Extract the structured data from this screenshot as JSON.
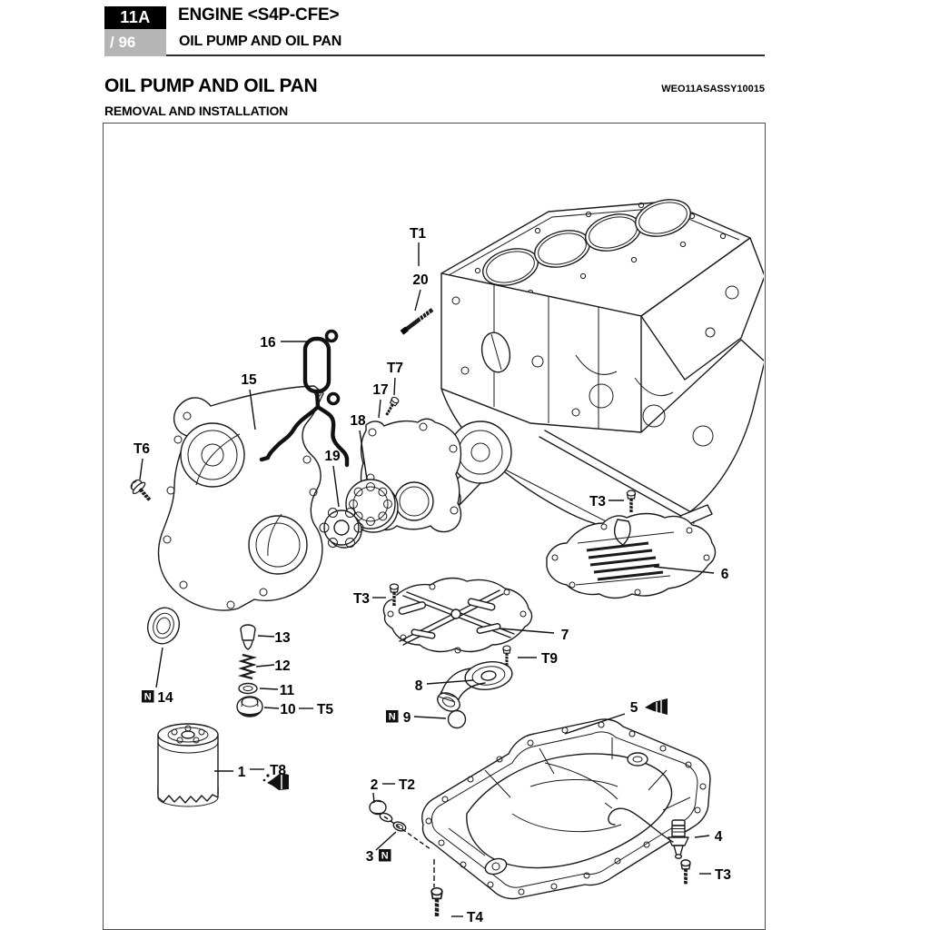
{
  "header": {
    "chapter_code": "11A",
    "page_indicator": "/ 96",
    "group_title": "ENGINE <S4P-CFE>",
    "section_title": "OIL PUMP AND OIL PAN"
  },
  "content": {
    "title": "OIL PUMP AND OIL PAN",
    "doc_code": "WEO11ASASSY10015",
    "subtitle": "REMOVAL AND INSTALLATION"
  },
  "diagram": {
    "n_mark": "N",
    "callouts": {
      "t1": "T1",
      "p20": "20",
      "p16": "16",
      "p15": "15",
      "t7": "T7",
      "p17": "17",
      "p18": "18",
      "t6": "T6",
      "p19": "19",
      "t3_upper": "T3",
      "p6": "6",
      "t3_mid": "T3",
      "p7": "7",
      "t9": "T9",
      "p8": "8",
      "p9": "9",
      "p13": "13",
      "p12": "12",
      "p11": "11",
      "p14": "14",
      "p10": "10",
      "t5": "T5",
      "p5": "5",
      "p1": "1",
      "t8": "T8",
      "p2": "2",
      "t2": "T2",
      "p3": "3",
      "p4": "4",
      "t3_lower": "T3",
      "t4": "T4"
    }
  }
}
